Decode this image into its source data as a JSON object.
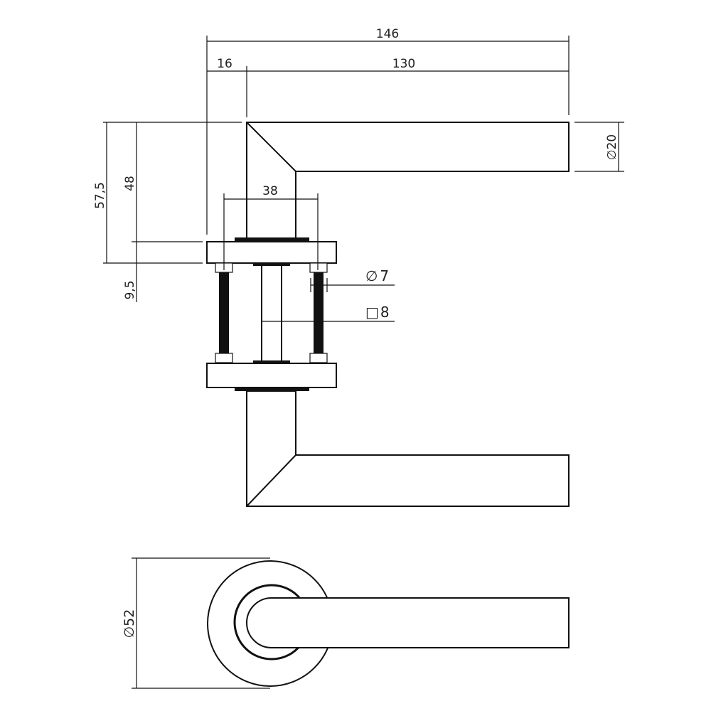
{
  "dimensions": {
    "overall_length": "146",
    "rose_offset": "16",
    "lever_length": "130",
    "lever_diameter": "20",
    "height_total": "57,5",
    "height_lever": "48",
    "rose_height": "9,5",
    "bolt_spacing": "38",
    "bolt_diameter": "7",
    "spindle_square": "8",
    "rose_diameter": "52"
  },
  "symbols": {
    "diameter": "∅",
    "square": "□"
  },
  "colors": {
    "line": "#111111",
    "background": "#ffffff"
  }
}
